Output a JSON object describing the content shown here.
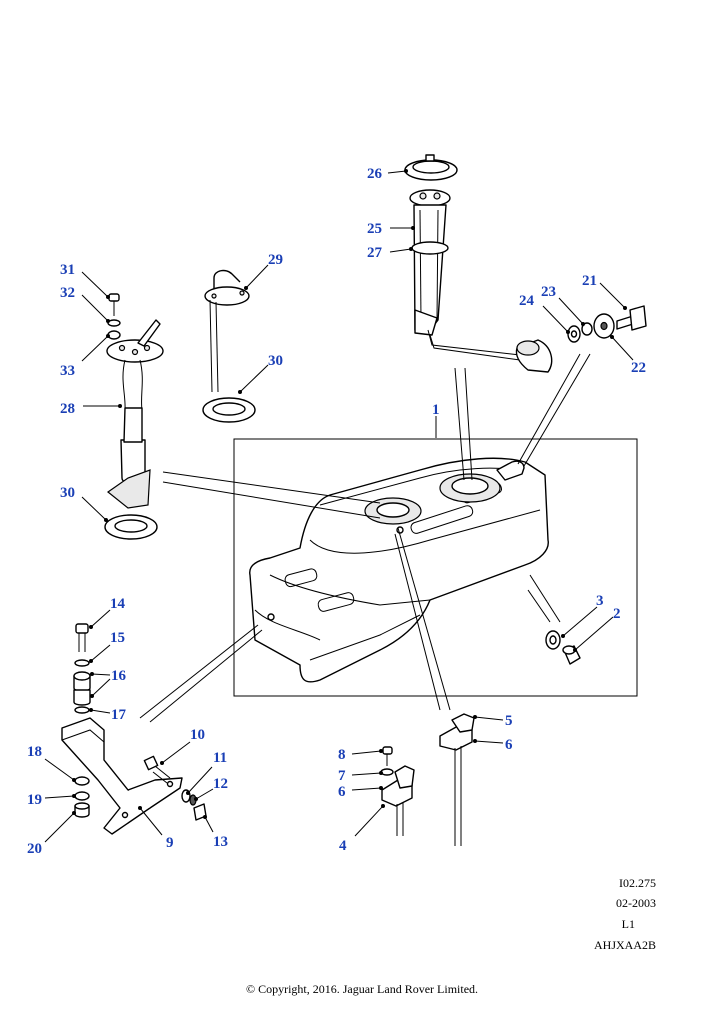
{
  "callouts": {
    "c1": "1",
    "c2": "2",
    "c3": "3",
    "c4": "4",
    "c5": "5",
    "c6a": "6",
    "c6b": "6",
    "c7": "7",
    "c8": "8",
    "c9": "9",
    "c10": "10",
    "c11": "11",
    "c12": "12",
    "c13": "13",
    "c14": "14",
    "c15": "15",
    "c16": "16",
    "c17": "17",
    "c18": "18",
    "c19": "19",
    "c20": "20",
    "c21": "21",
    "c22": "22",
    "c23": "23",
    "c24": "24",
    "c25": "25",
    "c26": "26",
    "c27": "27",
    "c28": "28",
    "c29": "29",
    "c30a": "30",
    "c30b": "30",
    "c31": "31",
    "c32": "32",
    "c33": "33"
  },
  "info": {
    "ref": "I02.275",
    "date": "02-2003",
    "level": "L1",
    "code": "AHJXAA2B"
  },
  "copyright": "© Copyright, 2016. Jaguar Land Rover Limited.",
  "colors": {
    "callout": "#1a3fb5",
    "line": "#000000",
    "background": "#ffffff"
  }
}
